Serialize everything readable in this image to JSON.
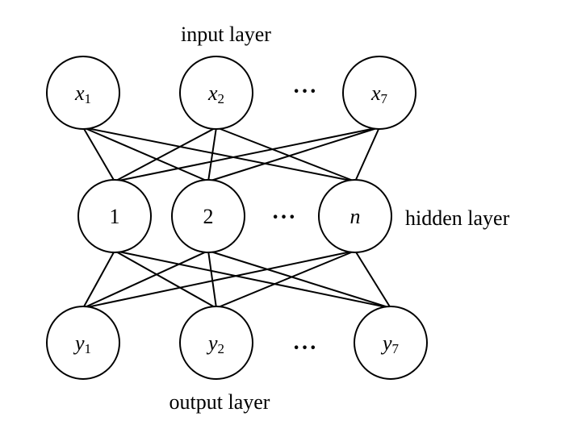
{
  "labels": {
    "input": "input layer",
    "hidden": "hidden layer",
    "output": "output layer"
  },
  "ellipsis": "···",
  "input_nodes": [
    {
      "var": "x",
      "sub": "1"
    },
    {
      "var": "x",
      "sub": "2"
    },
    {
      "var": "x",
      "sub": "7"
    }
  ],
  "hidden_nodes": [
    {
      "text": "1",
      "italic": false
    },
    {
      "text": "2",
      "italic": false
    },
    {
      "text": "n",
      "italic": true
    }
  ],
  "output_nodes": [
    {
      "var": "y",
      "sub": "1"
    },
    {
      "var": "y",
      "sub": "2"
    },
    {
      "var": "y",
      "sub": "7"
    }
  ]
}
